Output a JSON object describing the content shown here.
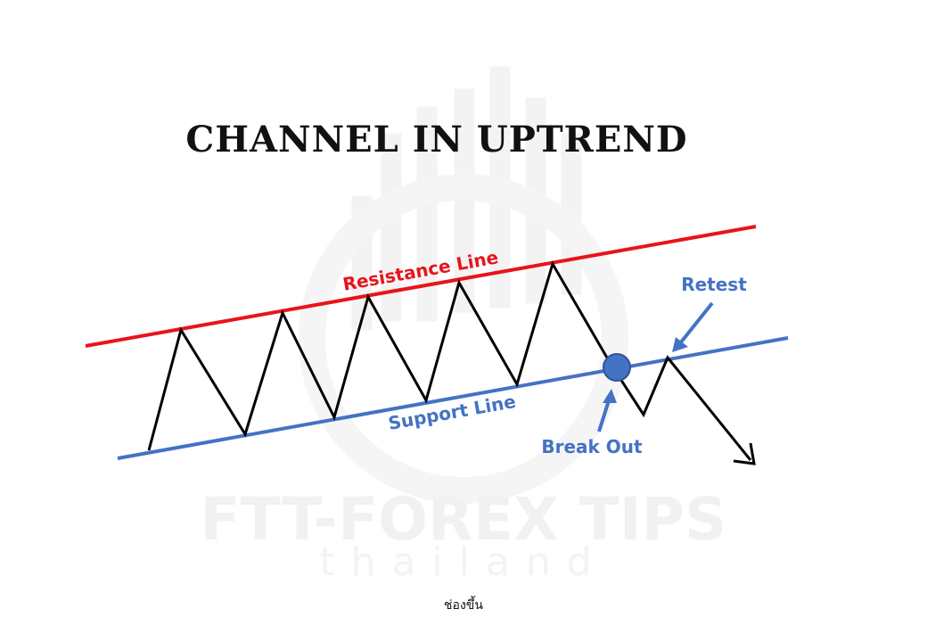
{
  "title": "CHANNEL IN UPTREND",
  "labels": {
    "resistance": "Resistance Line",
    "support": "Support Line",
    "break_out": "Break Out",
    "retest": "Retest"
  },
  "watermark": {
    "brand": "FTT-FOREX TIPS",
    "sub": "thailand"
  },
  "caption": "ช่องขึ้น",
  "colors": {
    "resistance": "#e8141b",
    "support": "#4472c4",
    "price": "#000000",
    "callout_text": "#4472c4",
    "watermark": "#f0f0f0"
  }
}
